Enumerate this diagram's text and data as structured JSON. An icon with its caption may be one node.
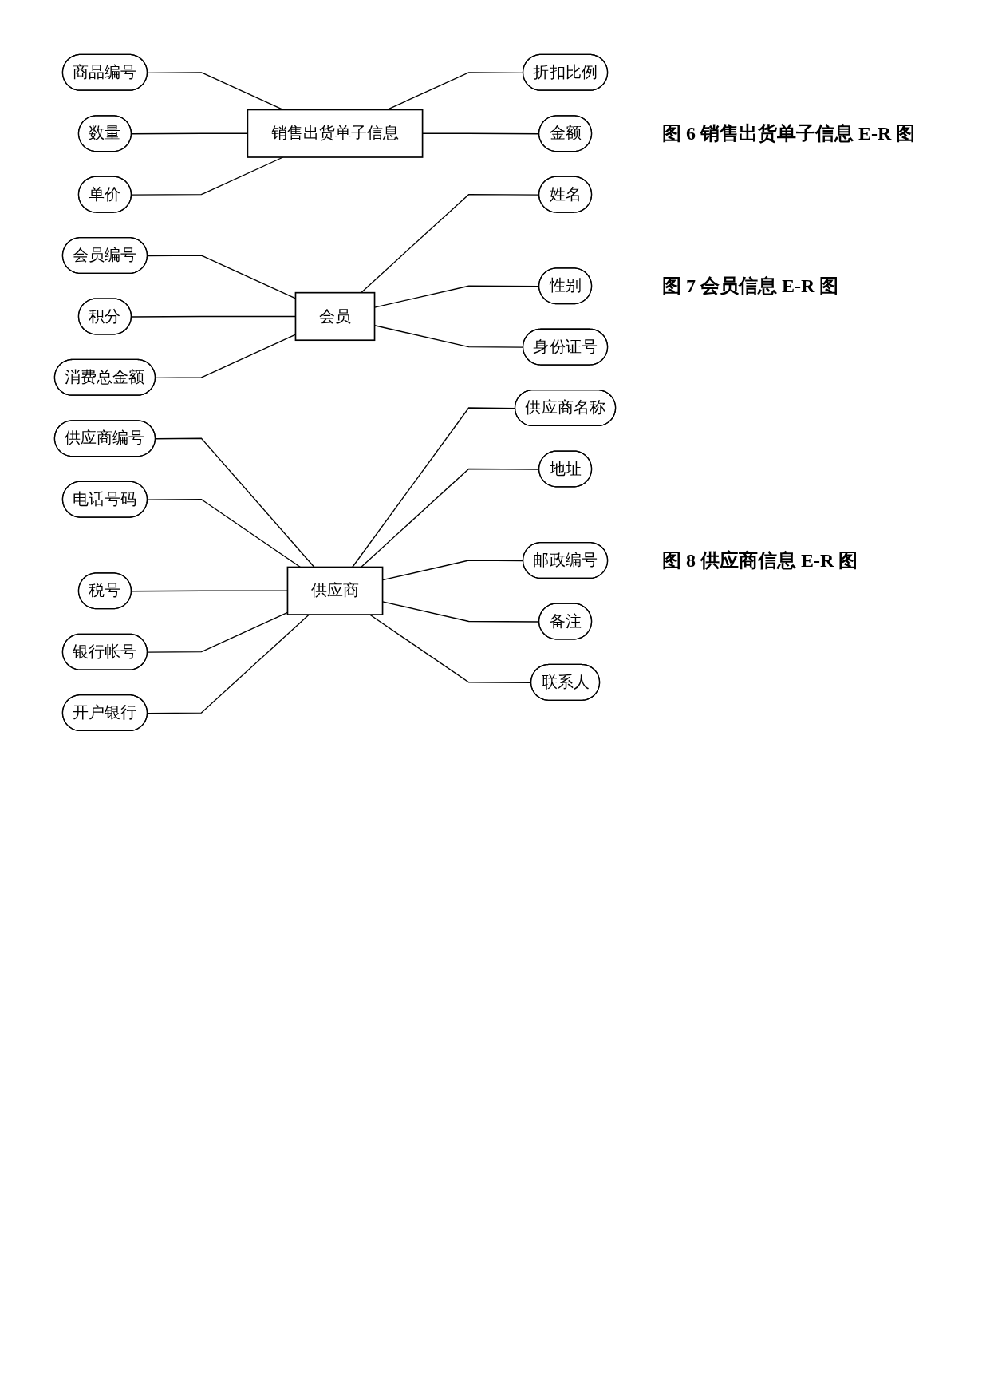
{
  "diagram": {
    "nodes": [
      {
        "text": [
          "数量"
        ]
      },
      {
        "text": [
          "单价"
        ]
      },
      {
        "text": [
          "折扣比例"
        ]
      },
      {
        "text": [
          "商品编号"
        ]
      },
      {
        "text": [
          "销售出货单子信息"
        ]
      },
      {
        "text": [
          "金额"
        ]
      },
      {
        "text": [
          "会员编号"
        ]
      },
      {
        "text": [
          "姓名"
        ]
      },
      {
        "text": [
          "积分"
        ]
      },
      {
        "text": [
          "性别"
        ]
      },
      {
        "text": [
          "会员"
        ]
      },
      {
        "text": [
          "消费总金额"
        ]
      },
      {
        "text": [
          "身份证号"
        ]
      },
      {
        "text": [
          "供应商编号"
        ]
      },
      {
        "text": [
          "供应商名称"
        ]
      },
      {
        "text": [
          "地址"
        ]
      },
      {
        "text": [
          "电话号码"
        ]
      },
      {
        "text": [
          "邮政编号"
        ]
      },
      {
        "text": [
          "税号"
        ]
      },
      {
        "text": [
          "供应商"
        ]
      },
      {
        "text": [
          "备注"
        ]
      },
      {
        "text": [
          "银行帐号"
        ]
      },
      {
        "text": [
          "开户银行"
        ]
      },
      {
        "text": [
          "联系人"
        ]
      }
    ],
    "edges": [
      {
        "from": 3,
        "to": 4,
        "arrow": "none"
      },
      {
        "from": 0,
        "to": 4,
        "arrow": "none"
      },
      {
        "from": 1,
        "to": 4,
        "arrow": "none"
      },
      {
        "from": 4,
        "to": 2,
        "arrow": "none"
      },
      {
        "from": 4,
        "to": 5,
        "arrow": "none"
      },
      {
        "from": 6,
        "to": 10,
        "arrow": "none"
      },
      {
        "from": 8,
        "to": 10,
        "arrow": "none"
      },
      {
        "from": 11,
        "to": 10,
        "arrow": "none"
      },
      {
        "from": 10,
        "to": 7,
        "arrow": "none"
      },
      {
        "from": 10,
        "to": 9,
        "arrow": "none"
      },
      {
        "from": 10,
        "to": 12,
        "arrow": "none"
      },
      {
        "from": 13,
        "to": 19,
        "arrow": "none"
      },
      {
        "from": 16,
        "to": 19,
        "arrow": "none"
      },
      {
        "from": 18,
        "to": 19,
        "arrow": "none"
      },
      {
        "from": 21,
        "to": 19,
        "arrow": "none"
      },
      {
        "from": 22,
        "to": 19,
        "arrow": "none"
      },
      {
        "from": 19,
        "to": 14,
        "arrow": "none"
      },
      {
        "from": 19,
        "to": 15,
        "arrow": "none"
      },
      {
        "from": 19,
        "to": 17,
        "arrow": "none"
      },
      {
        "from": 19,
        "to": 20,
        "arrow": "none"
      },
      {
        "from": 19,
        "to": 23,
        "arrow": "none"
      }
    ],
    "labels": [
      "图 6 销售出货单子信息 E-R 图",
      "图 7 会员信息 E-R 图",
      "图 8 供应商信息 E-R 图"
    ]
  }
}
